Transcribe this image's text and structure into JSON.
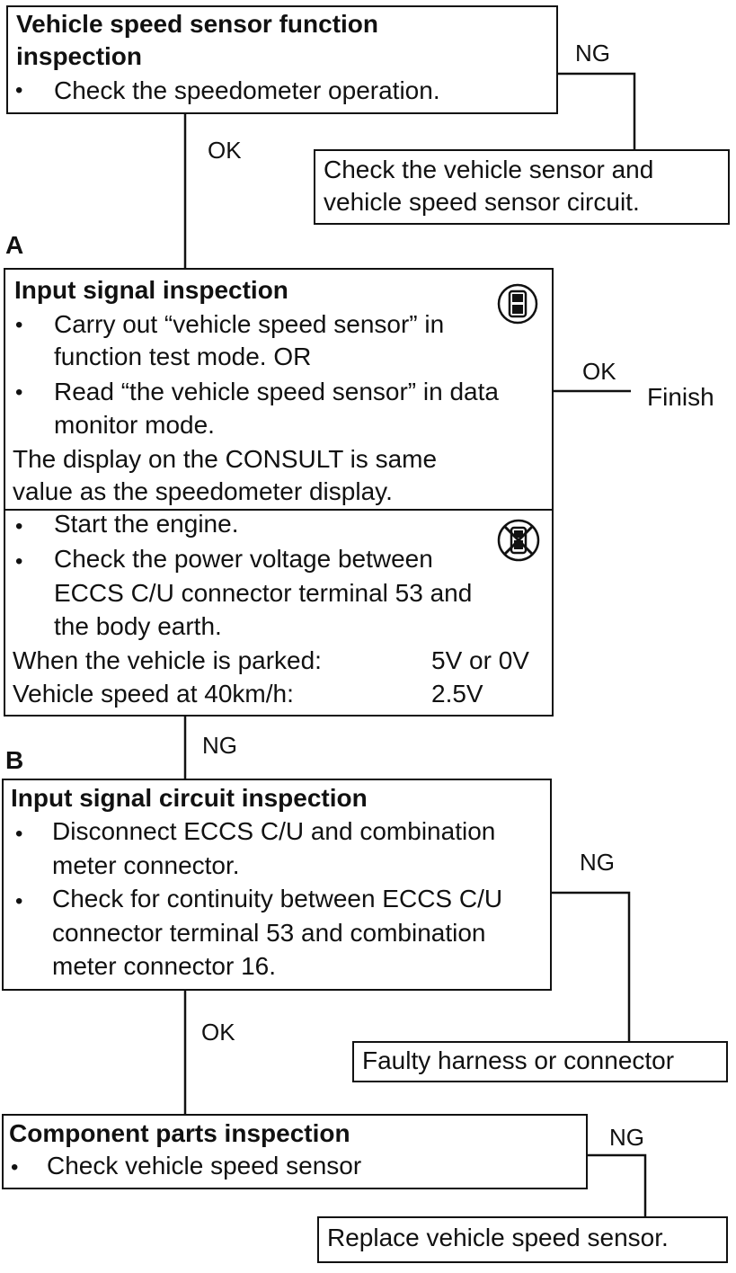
{
  "step1": {
    "title_line1": "Vehicle speed sensor function",
    "title_line2": "inspection",
    "bullet": "Check the speedometer operation.",
    "ng_label": "NG",
    "ok_label": "OK",
    "ng_box_line1": "Check  the  vehicle  sensor  and",
    "ng_box_line2": "vehicle speed sensor circuit."
  },
  "step_a": {
    "marker": "A",
    "title": "Input signal inspection",
    "b1_l1": "Carry out “vehicle speed sensor” in",
    "b1_l2": "function test mode.  OR",
    "b2_l1": "Read “the vehicle speed sensor” in data",
    "b2_l2": "monitor mode.",
    "note_l1": "The  display  on  the  CONSULT  is  same",
    "note_l2": "value as the speedometer display.",
    "ok_label": "OK",
    "finish": "Finish",
    "c1": "Start the engine.",
    "c2_l1": "Check the power voltage between",
    "c2_l2": "ECCS C/U connector terminal 53 and",
    "c2_l3": "the body earth.",
    "r1_label": "When the vehicle is parked:",
    "r1_value": "5V or 0V",
    "r2_label": "Vehicle speed at 40km/h:",
    "r2_value": "2.5V",
    "ng_label": "NG"
  },
  "step_b": {
    "marker": "B",
    "title": "Input signal circuit inspection",
    "b1_l1": "Disconnect ECCS C/U and combination",
    "b1_l2": "meter connector.",
    "b2_l1": "Check for continuity between ECCS C/U",
    "b2_l2": "connector terminal 53 and combination",
    "b2_l3": "meter connector 16.",
    "ng_label": "NG",
    "ok_label": "OK",
    "ng_box": "Faulty harness or connector"
  },
  "step_c": {
    "title": "Component parts inspection",
    "bullet": "Check vehicle speed sensor",
    "ng_label": "NG",
    "ng_box": "Replace vehicle speed sensor."
  },
  "icons": {
    "consult": "consult-tool-icon",
    "no_consult": "no-consult-tool-icon"
  }
}
